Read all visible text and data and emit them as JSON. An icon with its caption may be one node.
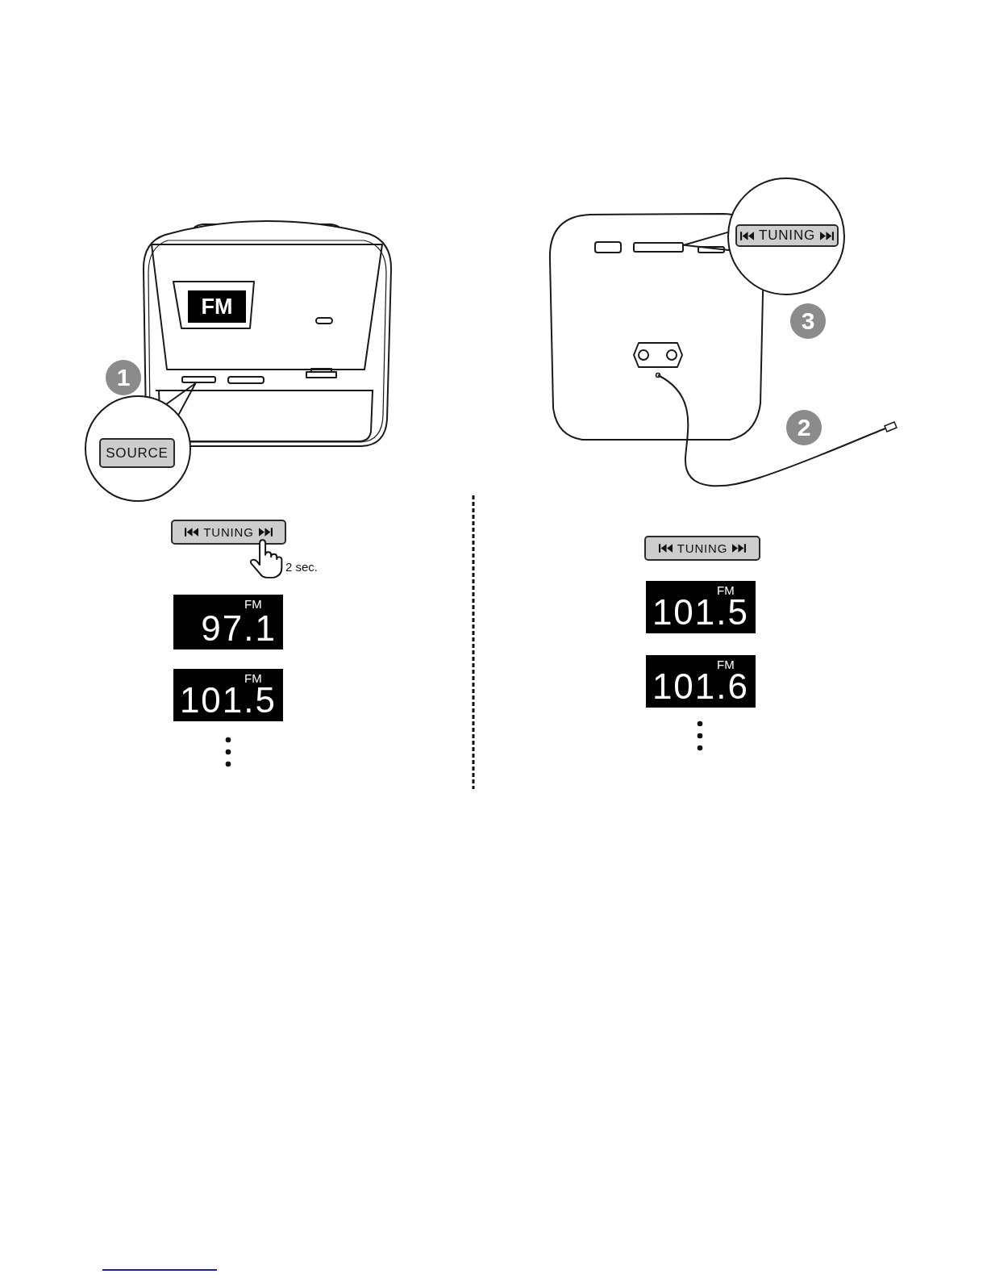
{
  "diagram": {
    "nodes": [
      {
        "text": [],
        "shape": "picture"
      },
      {
        "text": [
          "FM"
        ],
        "in": 0
      },
      {
        "text": [],
        "shape": "bar",
        "in": 0
      },
      {
        "text": [
          "1"
        ]
      },
      {
        "text": [],
        "shape": "circle"
      },
      {
        "text": [
          "SOURCE"
        ],
        "in": 4
      },
      {
        "text": [],
        "shape": "picture"
      },
      {
        "text": [],
        "shape": "bar",
        "in": 6
      },
      {
        "text": [],
        "shape": "circle"
      },
      {
        "text": [
          "TUNING"
        ],
        "in": 8
      },
      {
        "text": [
          "3"
        ]
      },
      {
        "text": [
          "2"
        ]
      },
      {
        "text": [
          "TUNING"
        ],
        "beside": [
          "2 sec."
        ]
      },
      {
        "text": [
          "FM",
          "97.1"
        ]
      },
      {
        "text": [
          "FM",
          "101.5"
        ]
      },
      {
        "text": [
          "TUNING"
        ]
      },
      {
        "text": [
          "FM",
          "101.5"
        ]
      },
      {
        "text": [
          "FM",
          "101.6"
        ]
      }
    ],
    "edges": [
      {
        "from": 4,
        "to": 2,
        "arrow": "none"
      },
      {
        "from": 8,
        "to": 7,
        "arrow": "none"
      }
    ]
  }
}
